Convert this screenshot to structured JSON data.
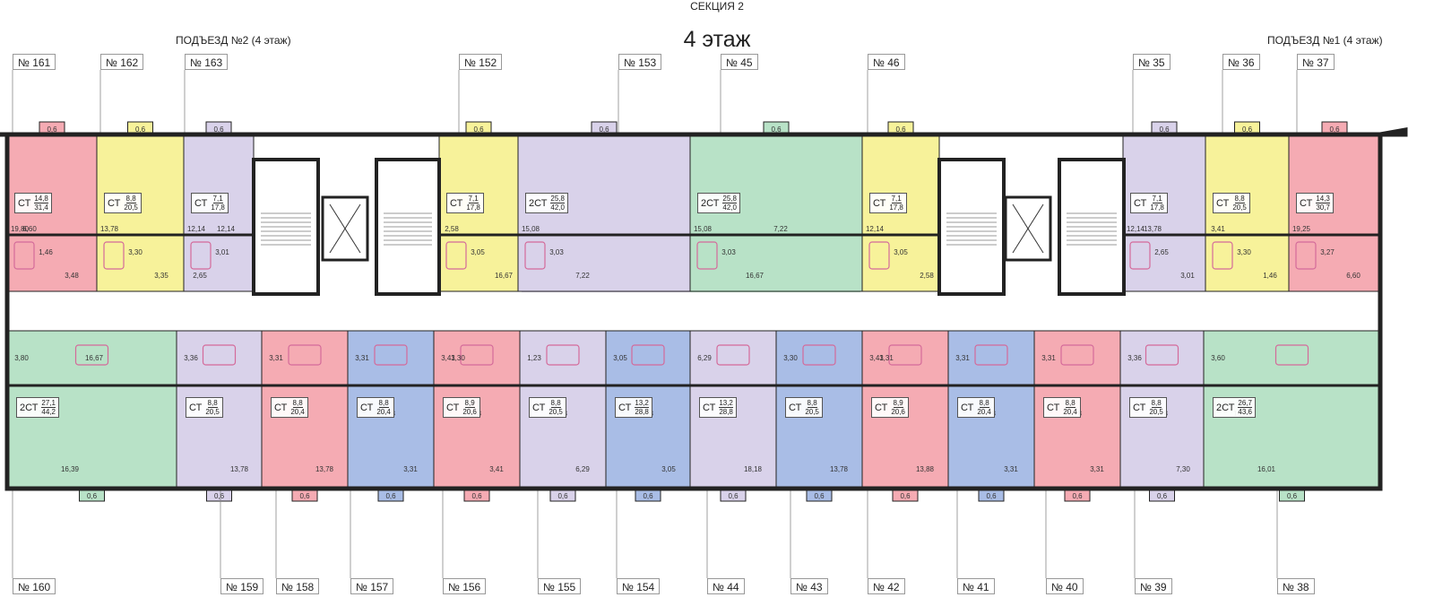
{
  "header": {
    "section": "СЕКЦИЯ 2",
    "floor": "4 этаж",
    "entrance_2": "ПОДЪЕЗД №2 (4 этаж)",
    "entrance_1": "ПОДЪЕЗД №1 (4 этаж)"
  },
  "colors": {
    "red": "#f5abb3",
    "yellow": "#f7f29a",
    "lilac": "#d9d2ea",
    "green": "#b8e2c7",
    "blue": "#a9bde6",
    "wall": "#222222",
    "fixture": "#d46a9a"
  },
  "apartments_top": [
    {
      "no": "№ 161",
      "type": "СТ",
      "living": "14,8",
      "total": "31,4",
      "color": "red"
    },
    {
      "no": "№ 162",
      "type": "СТ",
      "living": "8,8",
      "total": "20,5",
      "color": "yellow"
    },
    {
      "no": "№ 163",
      "type": "СТ",
      "living": "7,1",
      "total": "17,8",
      "color": "lilac"
    },
    {
      "no": "№ 152",
      "type": "СТ",
      "living": "7,1",
      "total": "17,8",
      "color": "yellow"
    },
    {
      "no": "№ 153",
      "type": "2СТ",
      "living": "25,8",
      "total": "42,0",
      "color": "lilac"
    },
    {
      "no": "№ 45",
      "type": "2СТ",
      "living": "25,8",
      "total": "42,0",
      "color": "green"
    },
    {
      "no": "№ 46",
      "type": "СТ",
      "living": "7,1",
      "total": "17,8",
      "color": "yellow"
    },
    {
      "no": "№ 35",
      "type": "СТ",
      "living": "7,1",
      "total": "17,8",
      "color": "lilac"
    },
    {
      "no": "№ 36",
      "type": "СТ",
      "living": "8,8",
      "total": "20,5",
      "color": "yellow"
    },
    {
      "no": "№ 37",
      "type": "СТ",
      "living": "14,3",
      "total": "30,7",
      "color": "red"
    }
  ],
  "apartments_bottom": [
    {
      "no": "№ 160",
      "type": "2СТ",
      "living": "27,1",
      "total": "44,2",
      "color": "green"
    },
    {
      "no": "№ 159",
      "type": "СТ",
      "living": "8,8",
      "total": "20,5",
      "color": "lilac"
    },
    {
      "no": "№ 158",
      "type": "СТ",
      "living": "8,8",
      "total": "20,4",
      "color": "red"
    },
    {
      "no": "№ 157",
      "type": "СТ",
      "living": "8,8",
      "total": "20,4",
      "color": "blue"
    },
    {
      "no": "№ 156",
      "type": "СТ",
      "living": "8,9",
      "total": "20,6",
      "color": "red"
    },
    {
      "no": "№ 155",
      "type": "СТ",
      "living": "8,8",
      "total": "20,5",
      "color": "lilac"
    },
    {
      "no": "№ 154",
      "type": "СТ",
      "living": "13,2",
      "total": "28,8",
      "color": "blue"
    },
    {
      "no": "№ 44",
      "type": "СТ",
      "living": "13,2",
      "total": "28,8",
      "color": "lilac"
    },
    {
      "no": "№ 43",
      "type": "СТ",
      "living": "8,8",
      "total": "20,5",
      "color": "blue"
    },
    {
      "no": "№ 42",
      "type": "СТ",
      "living": "8,9",
      "total": "20,6",
      "color": "red"
    },
    {
      "no": "№ 41",
      "type": "СТ",
      "living": "8,8",
      "total": "20,4",
      "color": "blue"
    },
    {
      "no": "№ 40",
      "type": "СТ",
      "living": "8,8",
      "total": "20,4",
      "color": "red"
    },
    {
      "no": "№ 39",
      "type": "СТ",
      "living": "8,8",
      "total": "20,5",
      "color": "lilac"
    },
    {
      "no": "№ 38",
      "type": "2СТ",
      "living": "26,7",
      "total": "43,6",
      "color": "green"
    }
  ],
  "room_areas": {
    "balcony": "0,6",
    "top": [
      "19,80",
      "1,46",
      "3,48",
      "6,60",
      "13,78",
      "3,30",
      "3,35",
      "12,14",
      "3,01",
      "2,65",
      "12,14",
      "2,58",
      "3,05",
      "16,67",
      "15,08",
      "3,03",
      "7,22",
      "15,08",
      "3,03",
      "16,67",
      "7,22",
      "12,14",
      "3,05",
      "2,58",
      "12,14",
      "2,65",
      "3,01",
      "13,78",
      "3,41",
      "3,30",
      "1,46",
      "19,25",
      "3,27",
      "6,60"
    ],
    "bottom": [
      "3,80",
      "7,30",
      "16,39",
      "16,67",
      "3,36",
      "3,31",
      "13,78",
      "3,31",
      "3,31",
      "13,78",
      "3,31",
      "13,78",
      "3,31",
      "3,41",
      "13,88",
      "3,41",
      "3,30",
      "1,23",
      "13,78",
      "6,29",
      "3,05",
      "18,18",
      "3,05",
      "6,29",
      "1,23",
      "18,18",
      "3,30",
      "3,41",
      "13,78",
      "3,41",
      "3,31",
      "13,88",
      "3,31",
      "3,31",
      "13,78",
      "3,31",
      "3,31",
      "13,78",
      "3,31",
      "3,36",
      "13,78",
      "7,30",
      "3,60",
      "16,67",
      "16,01"
    ]
  }
}
